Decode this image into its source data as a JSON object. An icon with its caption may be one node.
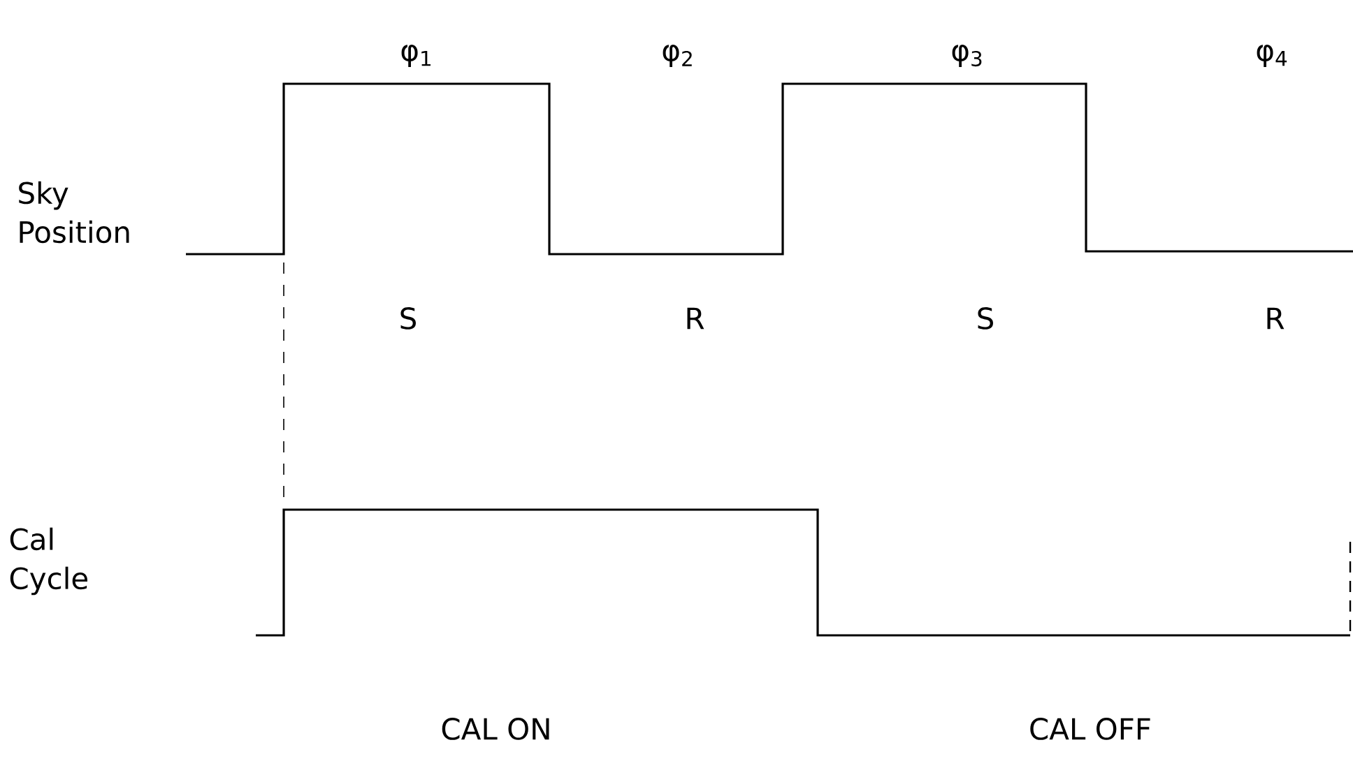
{
  "diagram": {
    "labels": [
      "φ$_{1}$",
      "φ$_{2}$",
      "φ$_{3}$",
      "φ$_{4}$",
      "Sky Position",
      "S",
      "R",
      "S",
      "R",
      "Cal Cycle",
      "CAL ON",
      "CAL OFF"
    ]
  }
}
